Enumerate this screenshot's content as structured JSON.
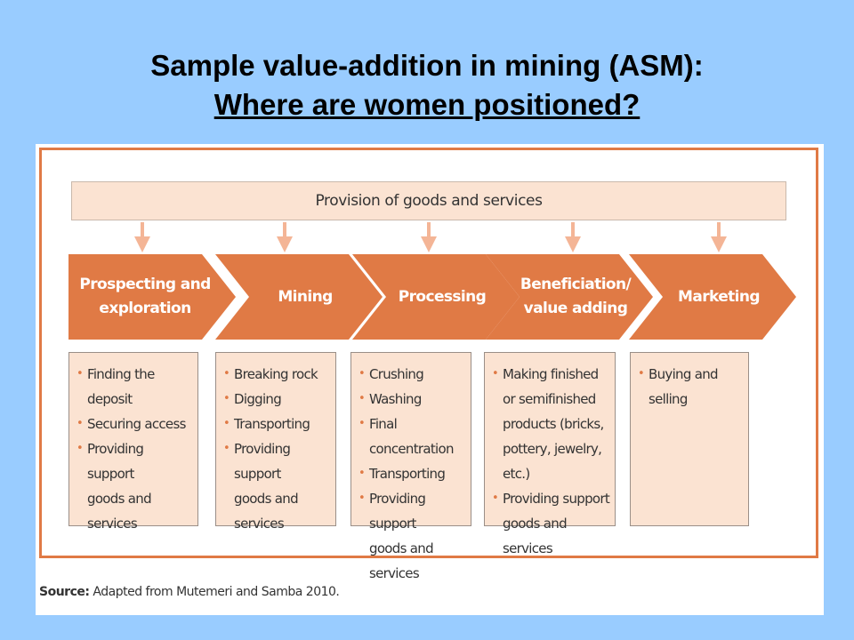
{
  "title": {
    "line1": "Sample value-addition in mining (ASM):",
    "line2": "Where are women positioned?"
  },
  "diagram": {
    "top_box": "Provision of goods and services",
    "steps": [
      {
        "label": "Prospecting and\nexploration",
        "items": [
          "Finding the deposit",
          "Securing access",
          "Providing support\ngoods and services"
        ]
      },
      {
        "label": "Mining",
        "items": [
          "Breaking rock",
          "Digging",
          "Transporting",
          "Providing support\ngoods and services"
        ]
      },
      {
        "label": "Processing",
        "items": [
          "Crushing",
          "Washing",
          "Final concentration",
          "Transporting",
          "Providing support\ngoods and services"
        ]
      },
      {
        "label": "Beneficiation/\nvalue adding",
        "items": [
          "Making finished\nor semifinished\nproducts (bricks,\npottery, jewelry, etc.)",
          "Providing support\ngoods and services"
        ]
      },
      {
        "label": "Marketing",
        "items": [
          "Buying and selling"
        ]
      }
    ],
    "colors": {
      "chevron": "#e07a45",
      "box_fill": "#fbe3d2",
      "arrow": "#f4b596",
      "background": "#99ccff"
    }
  },
  "source": {
    "prefix": "Source:",
    "text": " Adapted from Mutemeri and Samba 2010."
  }
}
